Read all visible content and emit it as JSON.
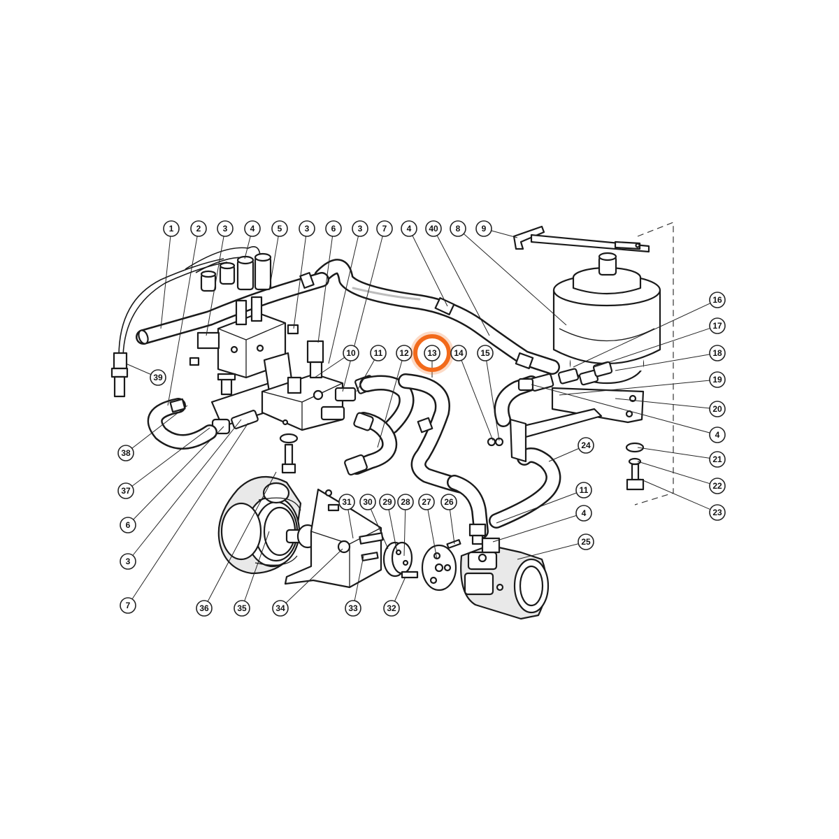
{
  "diagram": {
    "highlight_color": "#f26a1b",
    "highlighted_callout": "13",
    "callouts": [
      {
        "label": "1"
      },
      {
        "label": "2"
      },
      {
        "label": "3"
      },
      {
        "label": "4"
      },
      {
        "label": "5"
      },
      {
        "label": "3"
      },
      {
        "label": "6"
      },
      {
        "label": "3"
      },
      {
        "label": "7"
      },
      {
        "label": "4"
      },
      {
        "label": "40"
      },
      {
        "label": "8"
      },
      {
        "label": "9"
      },
      {
        "label": "16"
      },
      {
        "label": "17"
      },
      {
        "label": "18"
      },
      {
        "label": "19"
      },
      {
        "label": "20"
      },
      {
        "label": "4"
      },
      {
        "label": "21"
      },
      {
        "label": "22"
      },
      {
        "label": "23"
      },
      {
        "label": "39"
      },
      {
        "label": "10"
      },
      {
        "label": "11"
      },
      {
        "label": "12"
      },
      {
        "label": "13"
      },
      {
        "label": "14"
      },
      {
        "label": "15"
      },
      {
        "label": "24"
      },
      {
        "label": "11"
      },
      {
        "label": "4"
      },
      {
        "label": "25"
      },
      {
        "label": "38"
      },
      {
        "label": "37"
      },
      {
        "label": "6"
      },
      {
        "label": "3"
      },
      {
        "label": "7"
      },
      {
        "label": "36"
      },
      {
        "label": "35"
      },
      {
        "label": "34"
      },
      {
        "label": "33"
      },
      {
        "label": "32"
      },
      {
        "label": "31"
      },
      {
        "label": "30"
      },
      {
        "label": "29"
      },
      {
        "label": "28"
      },
      {
        "label": "27"
      },
      {
        "label": "26"
      }
    ]
  }
}
